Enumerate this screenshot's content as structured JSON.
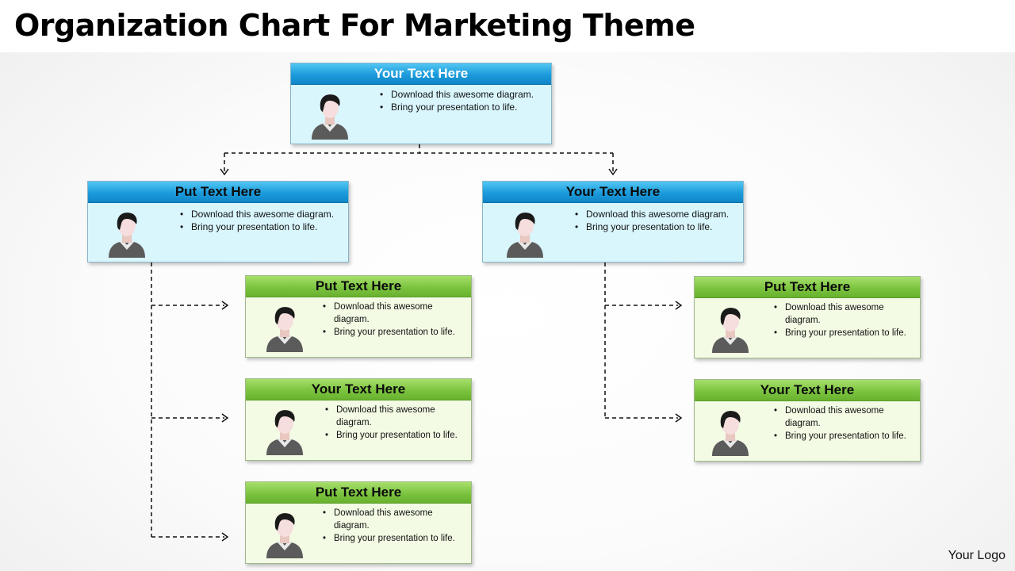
{
  "title": "Organization Chart For Marketing Theme",
  "logo": "Your Logo",
  "cards": {
    "top": {
      "heading": "Your Text Here",
      "bullets": [
        "Download this awesome diagram.",
        "Bring your presentation to life."
      ]
    },
    "left": {
      "heading": "Put Text Here",
      "bullets": [
        "Download this awesome diagram.",
        "Bring your presentation to life."
      ]
    },
    "right": {
      "heading": "Your Text Here",
      "bullets": [
        "Download this awesome diagram.",
        "Bring your presentation to life."
      ]
    },
    "left_child_1": {
      "heading": "Put Text Here",
      "bullets": [
        "Download this awesome",
        "diagram.",
        "Bring your presentation to life."
      ]
    },
    "left_child_2": {
      "heading": "Your Text Here",
      "bullets": [
        "Download this awesome",
        "diagram.",
        "Bring your presentation to life."
      ]
    },
    "left_child_3": {
      "heading": "Put Text Here",
      "bullets": [
        "Download this awesome",
        "diagram.",
        "Bring your presentation to life."
      ]
    },
    "right_child_1": {
      "heading": "Put Text Here",
      "bullets": [
        "Download this awesome",
        "diagram.",
        "Bring your presentation to life."
      ]
    },
    "right_child_2": {
      "heading": "Your Text Here",
      "bullets": [
        "Download this awesome",
        "diagram.",
        "Bring your presentation to life."
      ]
    }
  },
  "colors": {
    "blue_header": "#1c9bdc",
    "blue_body": "#d9f6fd",
    "green_header": "#7cc440",
    "green_body": "#f3fbe4",
    "connector": "#111111"
  },
  "icons": {
    "person": "person-avatar-icon"
  }
}
